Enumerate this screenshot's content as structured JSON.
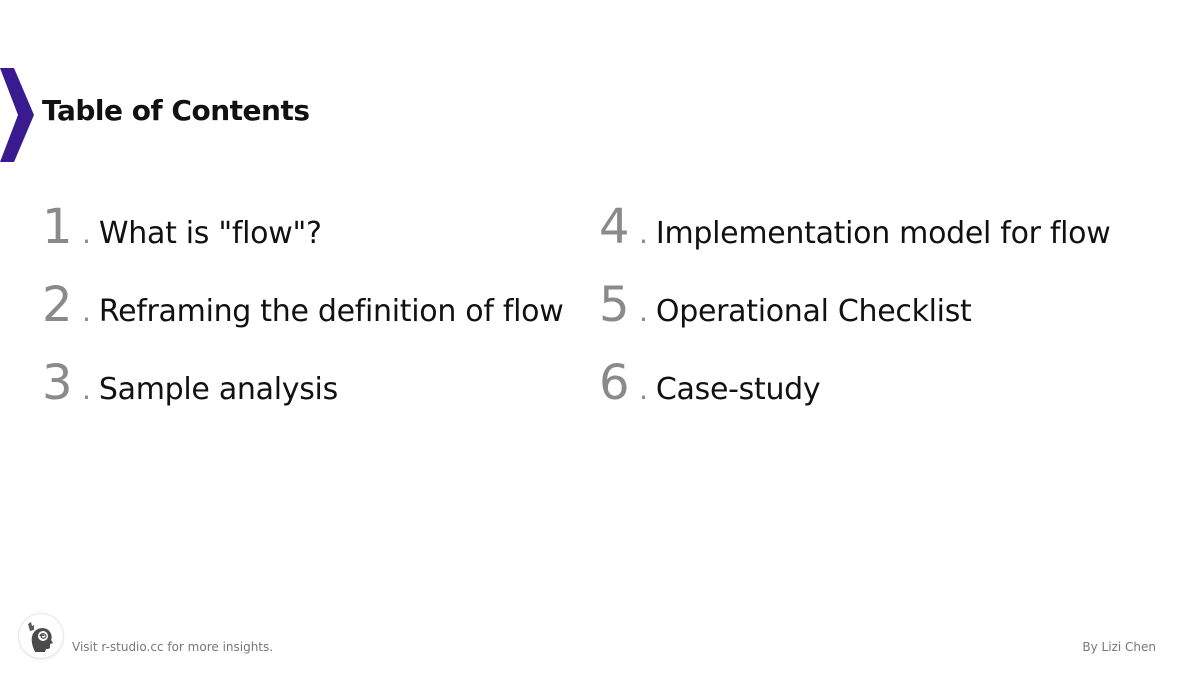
{
  "header": {
    "title": "Table of Contents",
    "accent_color": "#3a1a8f"
  },
  "toc": {
    "items": [
      {
        "number": "1",
        "label": "What is \"flow\"?"
      },
      {
        "number": "2",
        "label": "Reframing the definition of flow"
      },
      {
        "number": "3",
        "label": "Sample analysis"
      },
      {
        "number": "4",
        "label": "Implementation model for flow"
      },
      {
        "number": "5",
        "label": "Operational Checklist"
      },
      {
        "number": "6",
        "label": "Case-study"
      }
    ],
    "separator": ".",
    "number_color": "#8a8a8a"
  },
  "footer": {
    "logo_icon": "head-brain-icon",
    "left_text": "Visit r-studio.cc for more insights.",
    "right_text": "By Lizi Chen"
  }
}
